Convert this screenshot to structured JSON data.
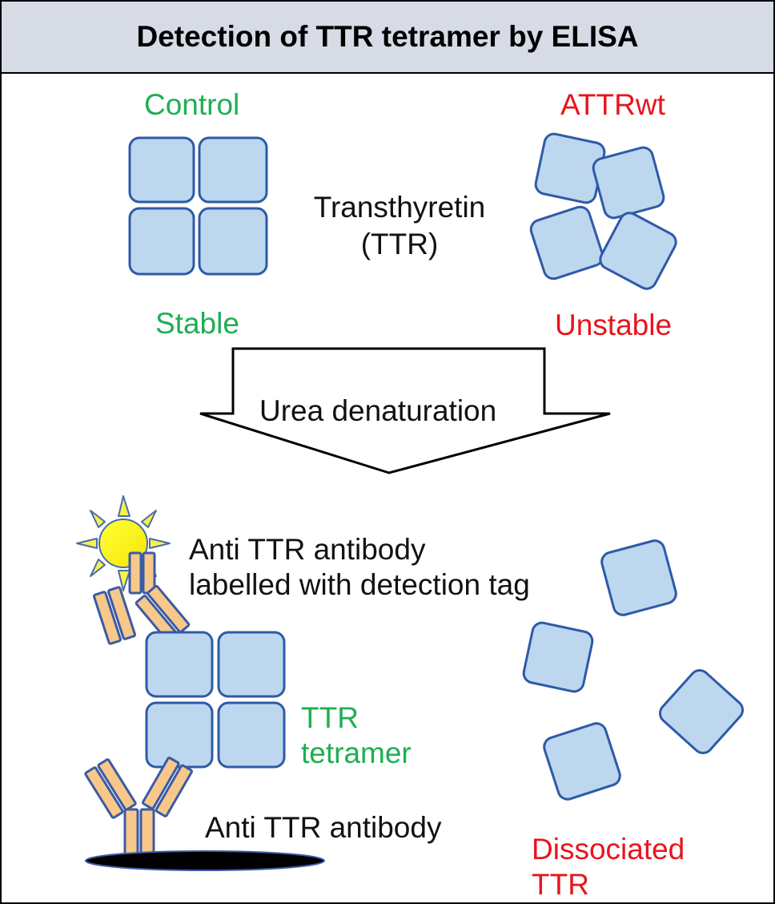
{
  "title": "Detection of TTR tetramer by ELISA",
  "control": {
    "label": "Control",
    "status": "Stable"
  },
  "attrwt": {
    "label": "ATTRwt",
    "status": "Unstable"
  },
  "protein": {
    "line1": "Transthyretin",
    "line2": "(TTR)"
  },
  "process": {
    "label": "Urea denaturation"
  },
  "detection_antibody": {
    "line1": "Anti TTR antibody",
    "line2": "labelled with detection tag"
  },
  "tetramer": {
    "line1": "TTR",
    "line2": "tetramer"
  },
  "capture_antibody": {
    "label": "Anti TTR antibody"
  },
  "dissociated": {
    "line1": "Dissociated",
    "line2": "TTR"
  },
  "colors": {
    "subunit_fill": "#bdd7ee",
    "subunit_stroke": "#2e5aa8",
    "antibody_fill": "#f8c88a",
    "antibody_stroke": "#3b5ba5",
    "tag_fill": "#ffff00",
    "stable_text": "#1fae53",
    "unstable_text": "#e8141d",
    "header_fill": "#d6dbe6"
  }
}
